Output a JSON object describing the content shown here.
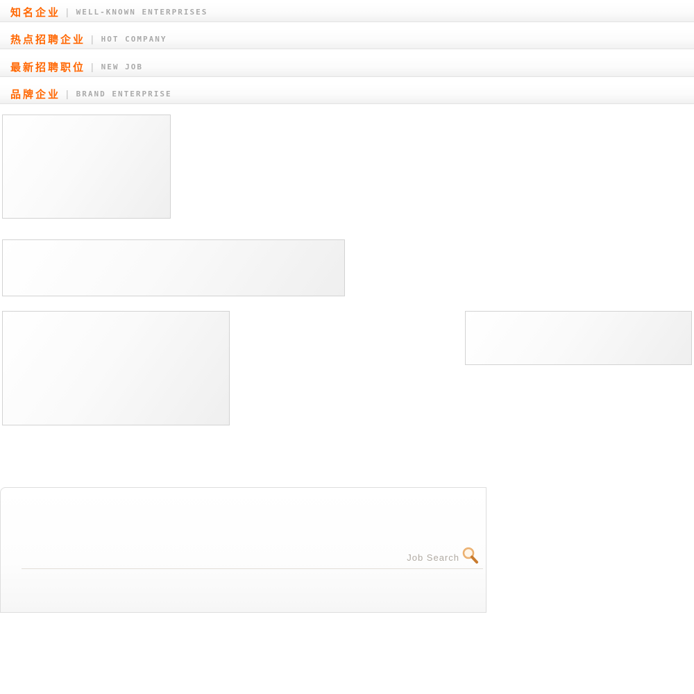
{
  "sections": [
    {
      "title_cn": "知名企业",
      "title_en": "WELL-KNOWN ENTERPRISES"
    },
    {
      "title_cn": "热点招聘企业",
      "title_en": "HOT COMPANY"
    },
    {
      "title_cn": "最新招聘职位",
      "title_en": "NEW JOB"
    },
    {
      "title_cn": "品牌企业",
      "title_en": "BRAND ENTERPRISE"
    }
  ],
  "header_divider": "|",
  "search_panel": {
    "label": "Job Search"
  },
  "colors": {
    "accent_orange": "#ff6600",
    "english_subtitle": "#a9a9a9",
    "panel_border": "#d2d2d2",
    "magnifier": "#e39b4a"
  }
}
